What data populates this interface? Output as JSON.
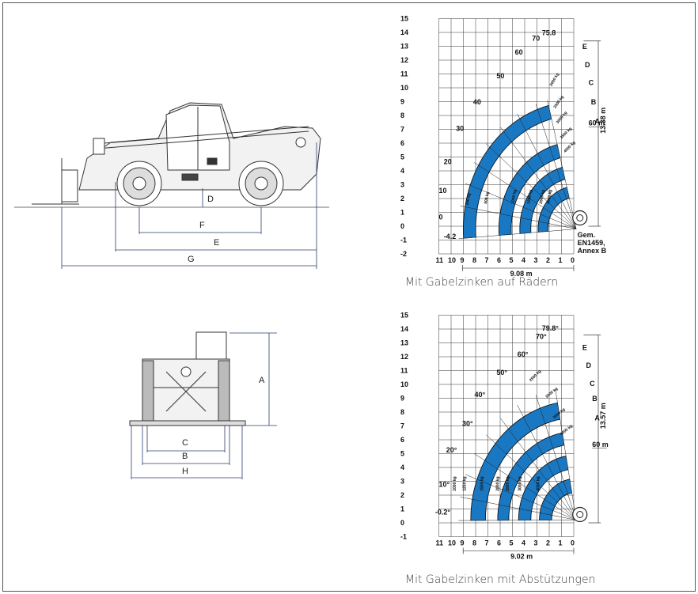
{
  "side_view": {
    "dims": {
      "D": "D",
      "F": "F",
      "E": "E",
      "G": "G"
    }
  },
  "front_view": {
    "dims": {
      "A": "A",
      "C": "C",
      "B": "B",
      "H": "H"
    }
  },
  "chart1": {
    "caption": "Mit Gabelzinken auf Rädern",
    "y_ticks": [
      "15",
      "14",
      "13",
      "12",
      "11",
      "10",
      "9",
      "8",
      "7",
      "6",
      "5",
      "4",
      "3",
      "2",
      "1",
      "0",
      "-1",
      "-2"
    ],
    "x_ticks": [
      "11",
      "10",
      "9",
      "8",
      "7",
      "6",
      "5",
      "4",
      "3",
      "2",
      "1",
      "0"
    ],
    "angles": [
      "75.8",
      "70",
      "60",
      "50",
      "40",
      "30",
      "20",
      "10",
      "0",
      "-4.2"
    ],
    "zones": [
      "E",
      "D",
      "C",
      "B",
      "A"
    ],
    "capacities": [
      "250 kg",
      "500 kg",
      "1000 kg",
      "1500 kg",
      "2500 kg",
      "3000 kg",
      "2000 kg",
      "2500 kg",
      "3000 kg",
      "3500 kg",
      "4000 kg"
    ],
    "height_dim": "13.38 m",
    "reach_dim": "9.08 m",
    "small_dim": "60 m",
    "note_lines": [
      "Gem.",
      "EN1459,",
      "Annex B"
    ]
  },
  "chart2": {
    "caption": "Mit Gabelzinken mit Abstützungen",
    "y_ticks": [
      "15",
      "14",
      "13",
      "12",
      "11",
      "10",
      "9",
      "8",
      "7",
      "6",
      "5",
      "4",
      "3",
      "2",
      "1",
      "0",
      "-1"
    ],
    "x_ticks": [
      "11",
      "10",
      "9",
      "8",
      "7",
      "6",
      "5",
      "4",
      "3",
      "2",
      "1",
      "0"
    ],
    "angles": [
      "79.8°",
      "70°",
      "60°",
      "50°",
      "40°",
      "30°",
      "20°",
      "10°",
      "-0.2°"
    ],
    "zones": [
      "E",
      "D",
      "C",
      "B",
      "A"
    ],
    "capacities": [
      "1000 kg",
      "1250 kg",
      "1500 kg",
      "2000 kg",
      "2500 kg",
      "3000 kg",
      "4000 kg",
      "2500 kg",
      "3000 kg",
      "3500 kg",
      "4000 kg"
    ],
    "height_dim": "13.57 m",
    "reach_dim": "9.02 m",
    "small_dim": "60 m"
  },
  "colors": {
    "zone_blue": "#1a78c2",
    "grid": "#333333",
    "line": "#222222"
  }
}
